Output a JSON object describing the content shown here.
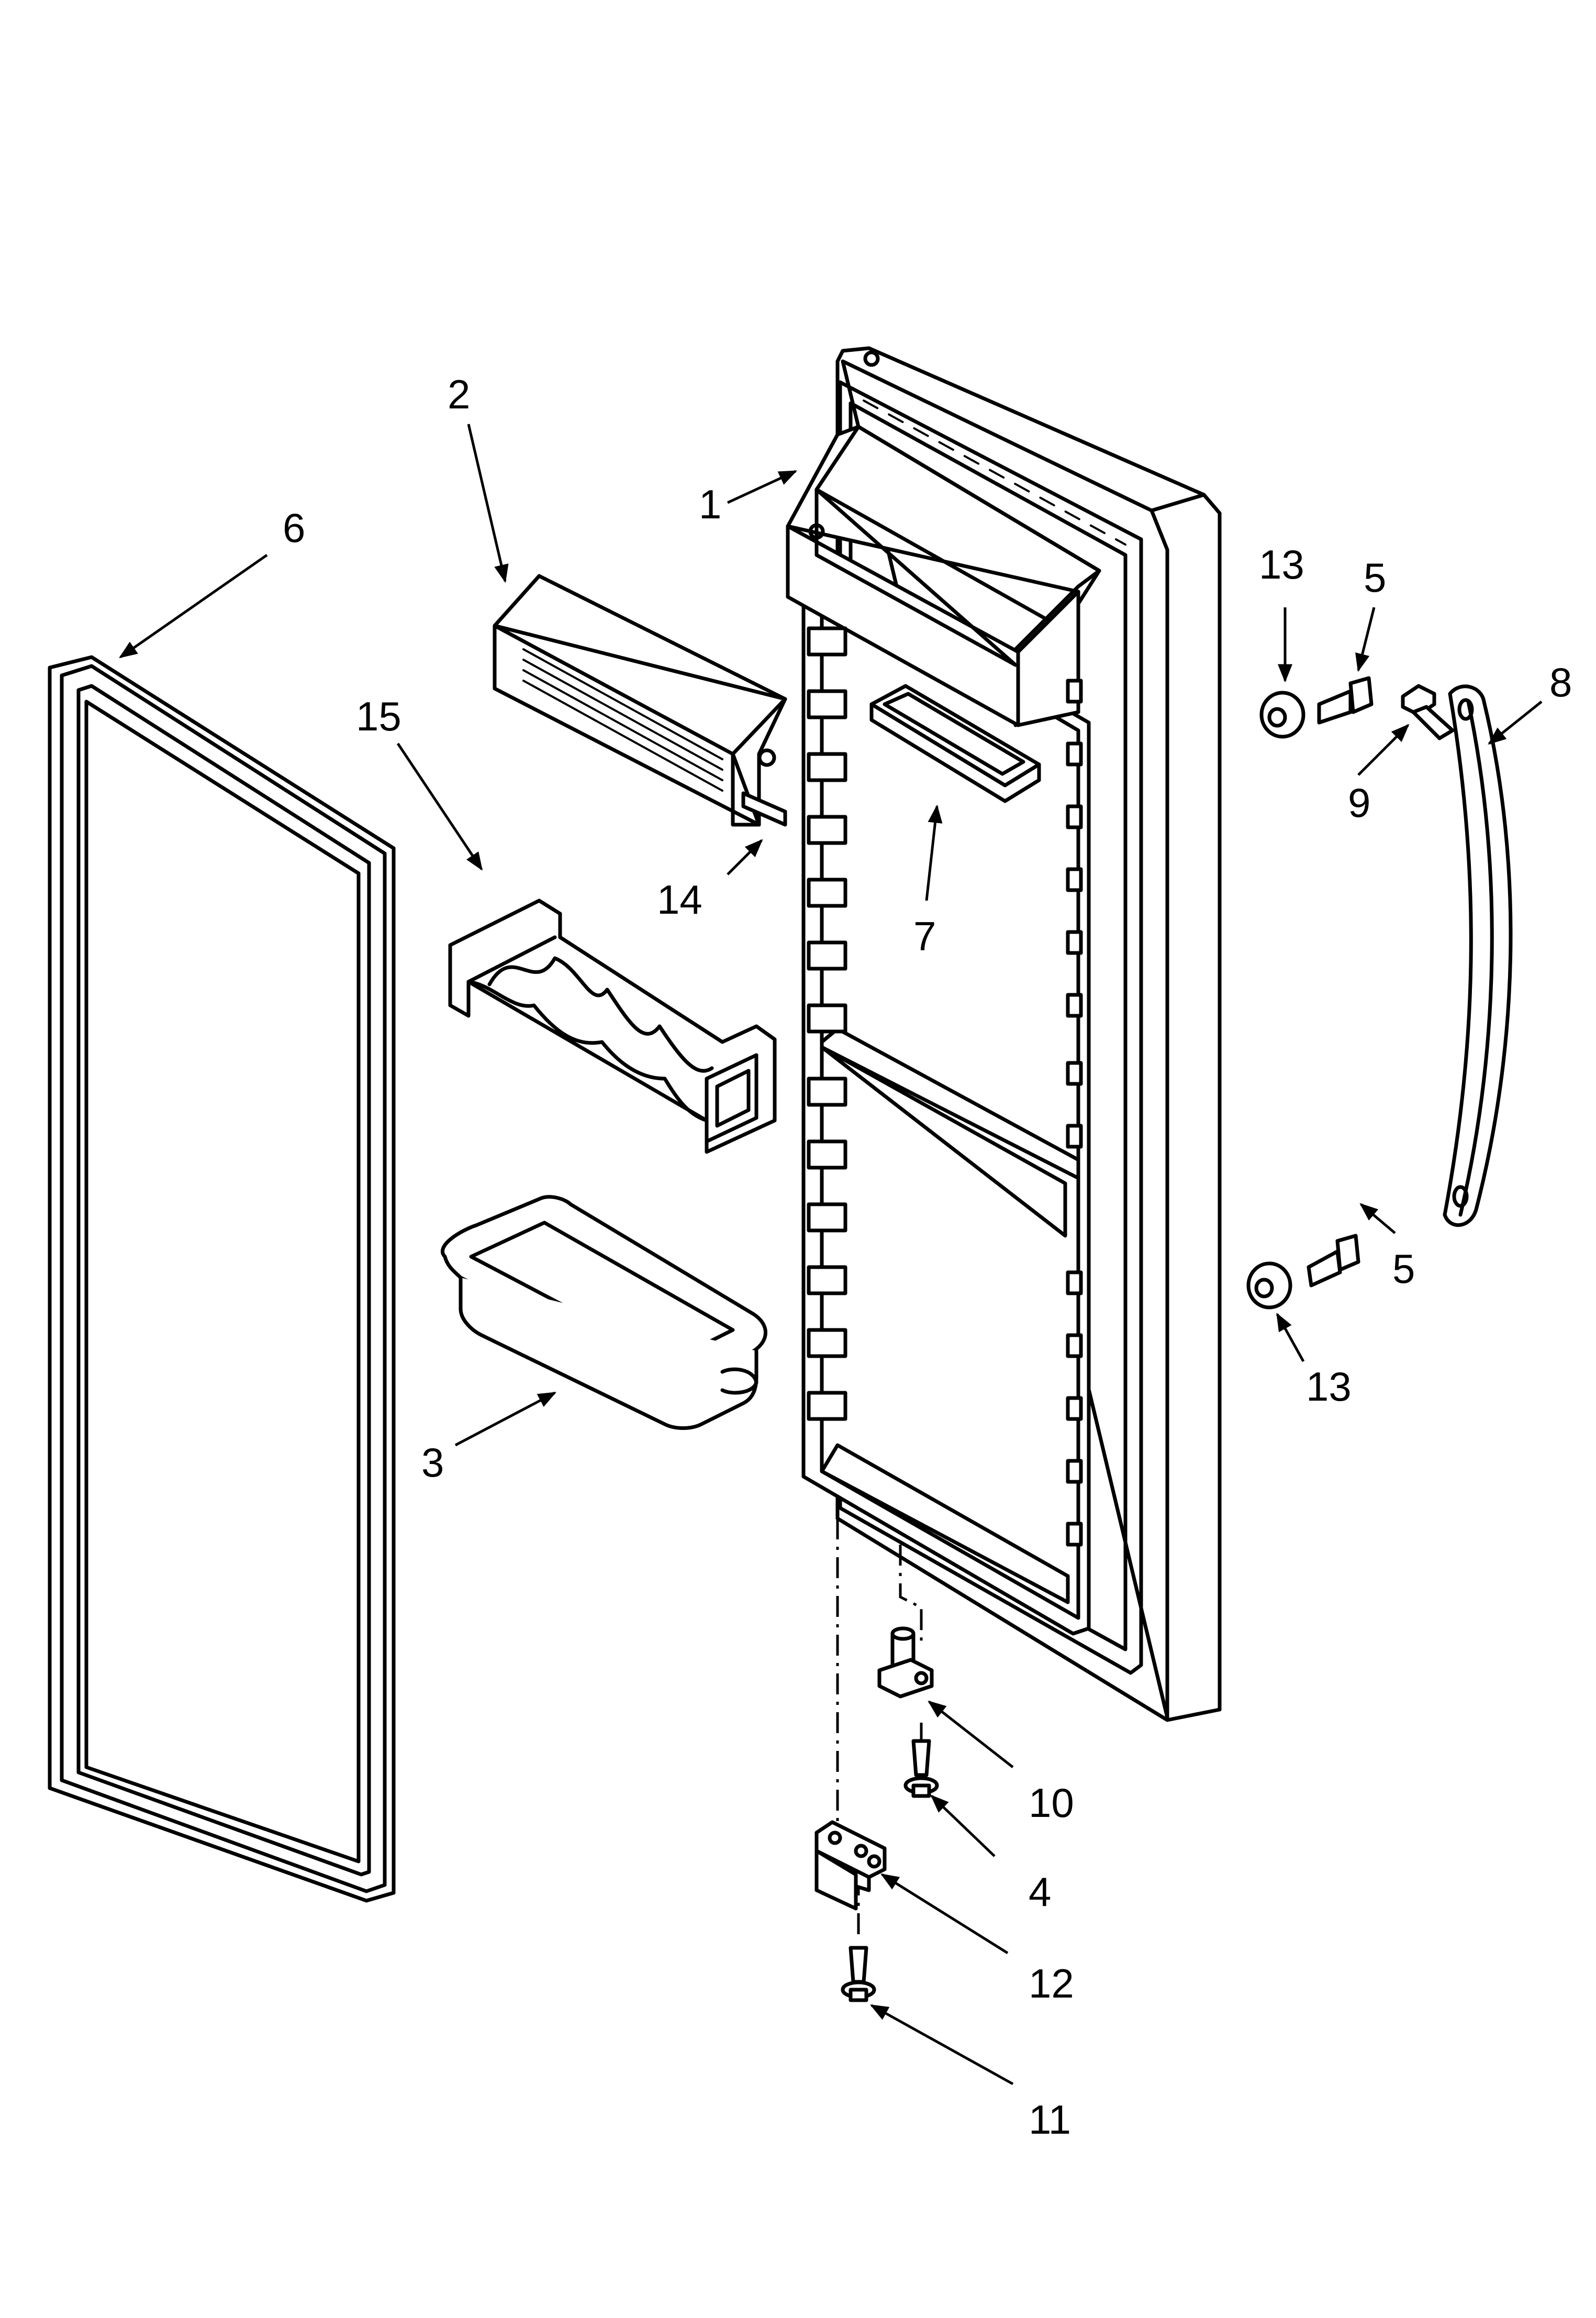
{
  "callouts": [
    {
      "id": "1",
      "label": "1",
      "part": "door-liner"
    },
    {
      "id": "2",
      "label": "2",
      "part": "dairy-compartment-door"
    },
    {
      "id": "3",
      "label": "3",
      "part": "door-bin"
    },
    {
      "id": "4",
      "label": "4",
      "part": "hinge-pin-screw"
    },
    {
      "id": "5a",
      "label": "5",
      "part": "handle-screw-upper"
    },
    {
      "id": "5b",
      "label": "5",
      "part": "handle-screw-lower"
    },
    {
      "id": "6",
      "label": "6",
      "part": "door-gasket"
    },
    {
      "id": "7",
      "label": "7",
      "part": "egg-tray"
    },
    {
      "id": "8",
      "label": "8",
      "part": "door-handle"
    },
    {
      "id": "9",
      "label": "9",
      "part": "handle-screw"
    },
    {
      "id": "10",
      "label": "10",
      "part": "hinge-pin-bracket"
    },
    {
      "id": "11",
      "label": "11",
      "part": "hinge-screw"
    },
    {
      "id": "12",
      "label": "12",
      "part": "bottom-hinge"
    },
    {
      "id": "13a",
      "label": "13",
      "part": "handle-spacer-upper"
    },
    {
      "id": "13b",
      "label": "13",
      "part": "handle-spacer-lower"
    },
    {
      "id": "14",
      "label": "14",
      "part": "dairy-door-hinge-pin"
    },
    {
      "id": "15",
      "label": "15",
      "part": "bottle-shelf"
    }
  ]
}
